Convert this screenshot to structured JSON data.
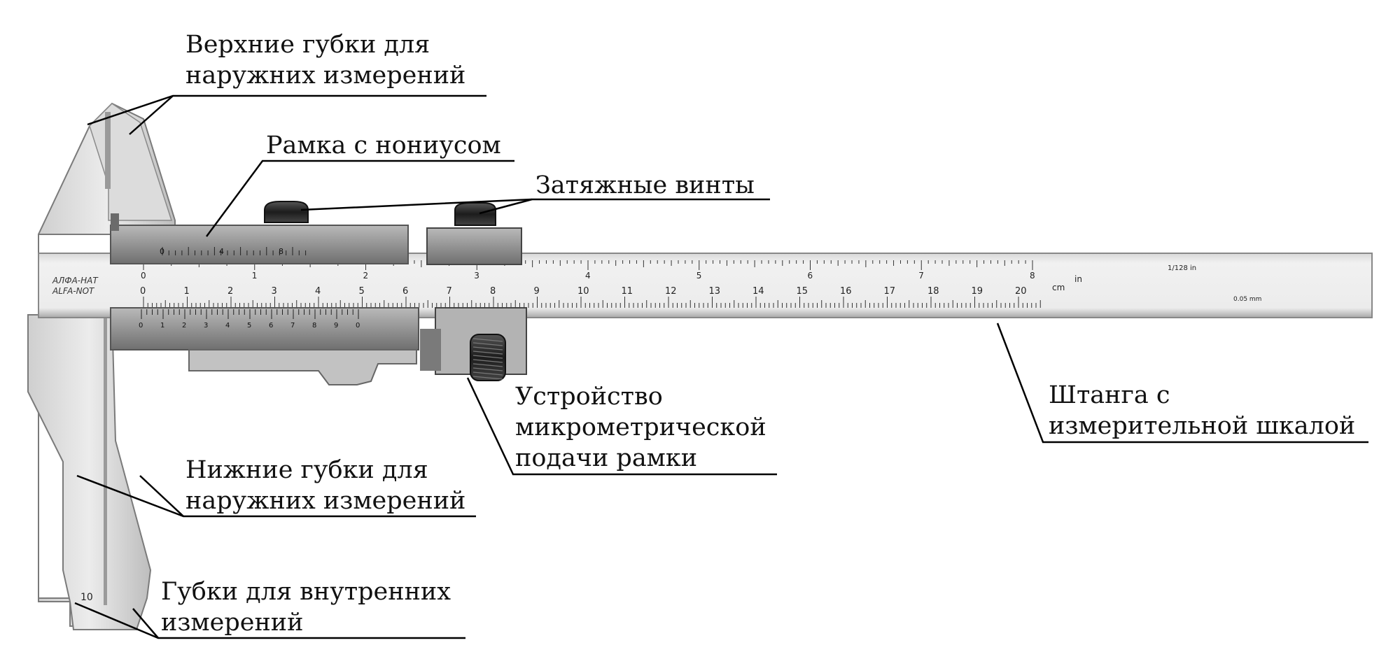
{
  "labels": {
    "upper_jaws": [
      "Верхние губки для",
      "наружних  измерений"
    ],
    "frame": [
      "Рамка с нониусом"
    ],
    "screws": [
      "Затяжные винты"
    ],
    "fine_feed": [
      "Устройство",
      "микрометрической",
      "подачи рамки"
    ],
    "beam": [
      "Штанга с",
      "измерительной шкалой"
    ],
    "lower_jaws": [
      "Нижние губки для",
      "наружних измерений"
    ],
    "inner_jaws": [
      "Губки для внутренних",
      "измерений"
    ]
  },
  "instrument": {
    "brand_lines": [
      "АЛФА-НАТ",
      "АLFA-NOT"
    ],
    "scale_unit_cm": "cm",
    "scale_unit_in": "in",
    "inch_resolution": "1/128 in",
    "vernier_resolution": "0.05 mm",
    "jaw_number": "10",
    "main_scale_numbers": [
      "0",
      "1",
      "2",
      "3",
      "4",
      "5",
      "6",
      "7",
      "8",
      "9",
      "10",
      "11",
      "12",
      "13",
      "14",
      "15",
      "16",
      "17",
      "18",
      "19",
      "20"
    ],
    "inch_scale_numbers": [
      "0",
      "1",
      "2",
      "3",
      "4",
      "5",
      "6",
      "7",
      "8"
    ],
    "upper_vernier_numbers": [
      "0",
      "4",
      "8"
    ],
    "lower_vernier_numbers": [
      "0",
      "1",
      "2",
      "3",
      "4",
      "5",
      "6",
      "7",
      "8",
      "9",
      "0"
    ]
  },
  "colors": {
    "background": "#ffffff",
    "text": "#111111",
    "leader": "#000000",
    "steel_light": "#e6e6e6",
    "steel_mid": "#c4c4c4",
    "steel_dark": "#8a8a8a",
    "knurl": "#2a2a2a"
  }
}
